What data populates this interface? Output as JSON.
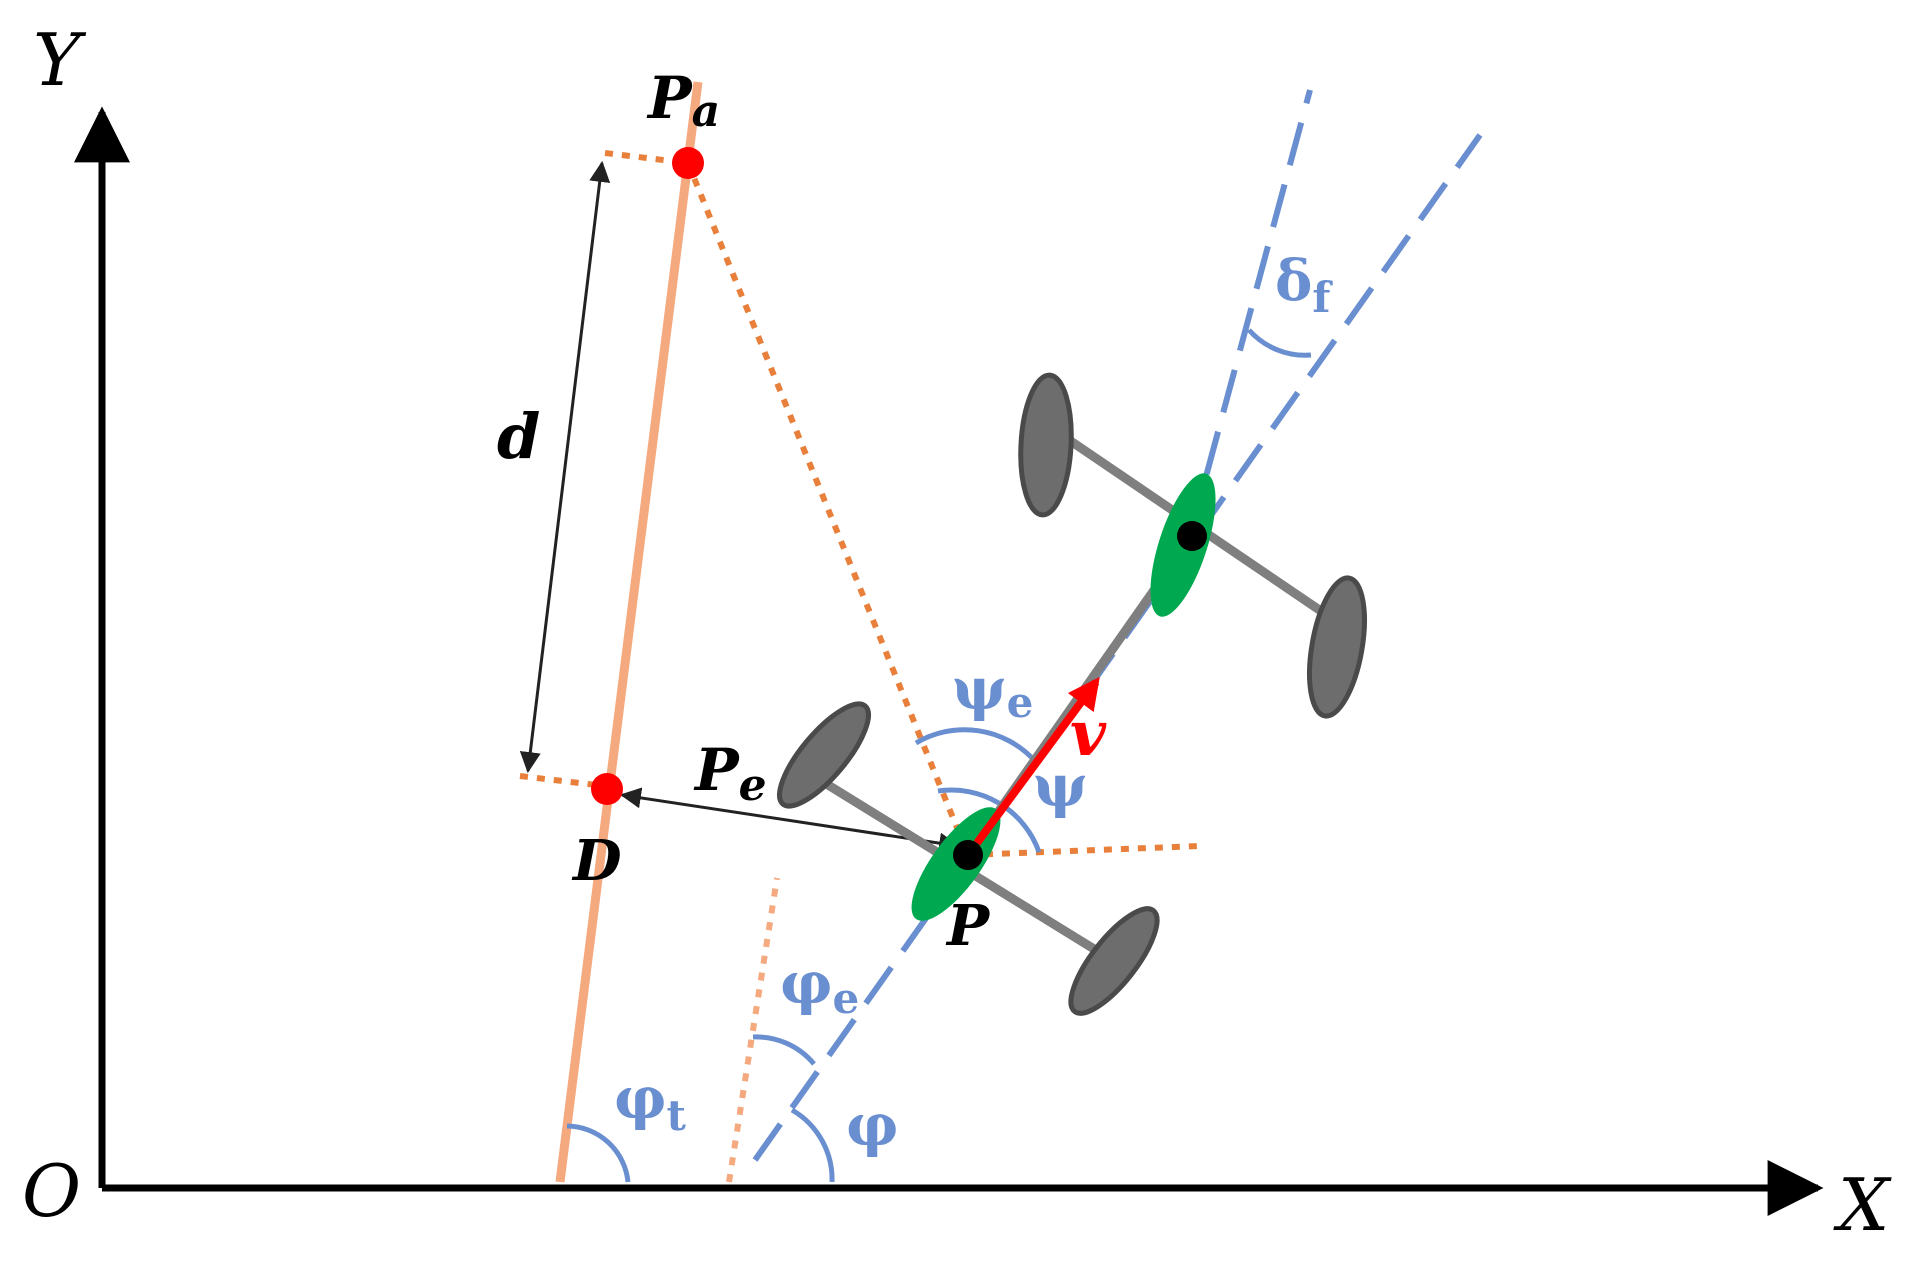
{
  "colors": {
    "axis": "#000000",
    "path_line": "#f4a97f",
    "dotted_orange": "#e8803b",
    "blue": "#6a8fd0",
    "red": "#ff0000",
    "wheel_fill": "#6d6d6d",
    "wheel_stroke": "#4a4a4a",
    "axle": "#7f7f7f",
    "green": "#00a84f"
  },
  "labels": {
    "axis_y": "Y",
    "axis_x": "X",
    "origin": "O",
    "pa_main": "P",
    "pa_sub": "a",
    "pe_main": "P",
    "pe_sub": "e",
    "d": "d",
    "D": "D",
    "P": "P",
    "v": "v",
    "psi": "ψ",
    "psi_e_main": "ψ",
    "psi_e_sub": "e",
    "delta_f_main": "δ",
    "delta_f_sub": "f",
    "phi_e_main": "φ",
    "phi_e_sub": "e",
    "phi": "φ",
    "phi_t_main": "φ",
    "phi_t_sub": "t"
  }
}
